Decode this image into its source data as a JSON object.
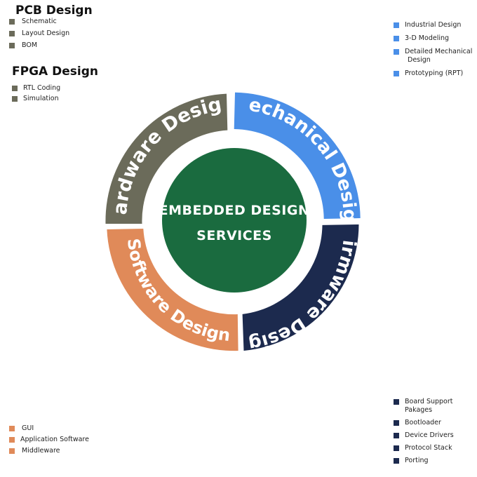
{
  "center": {
    "line1": "EMBEDDED DESIGN",
    "line2": "SERVICES"
  },
  "segments": {
    "hardware": "Hardware Design",
    "mechanical": "Mechanical Design",
    "firmware": "Firmware Design",
    "software": "Software Design"
  },
  "pcb": {
    "title": "PCB Design",
    "items": [
      "Schematic",
      "Layout Design",
      "BOM"
    ]
  },
  "fpga": {
    "title": "FPGA Design",
    "items": [
      "RTL Coding",
      "Simulation"
    ]
  },
  "mechanical_list": [
    "Industrial Design",
    "3-D Modeling",
    "Detailed Mechanical",
    "Design",
    "Prototyping (RPT)"
  ],
  "software_list": [
    "GUI",
    "Application Software",
    "Middleware"
  ],
  "firmware_list": [
    "Board Support",
    "Pakages",
    "Bootloader",
    "Device Drivers",
    "Protocol Stack",
    "Porting"
  ],
  "colors": {
    "hardware": "#6b6b5a",
    "mechanical": "#4a8fe8",
    "firmware": "#1c2a4e",
    "software": "#e08a59",
    "center": "#1a6b3f"
  }
}
